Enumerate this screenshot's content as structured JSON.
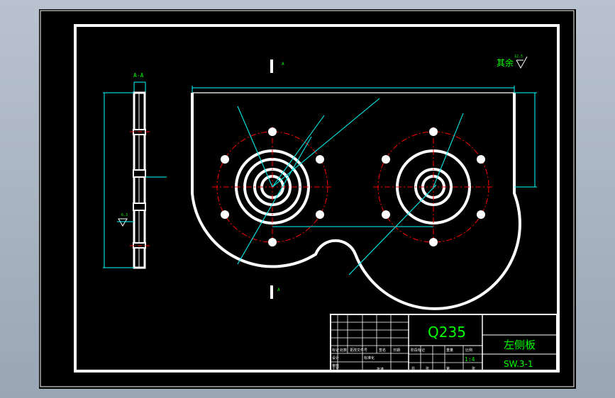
{
  "drawing": {
    "section_label": "A-A",
    "section_arrow_label_top": "A",
    "section_arrow_label_bottom": "A",
    "surface_note": "其余",
    "surface_roughness": "12.5",
    "side_roughness": "6.3",
    "colors": {
      "background": "#000000",
      "outline": "#ffffff",
      "dimension": "#00ffff",
      "center_line": "#ff0000",
      "text": "#00ff00"
    }
  },
  "title_block": {
    "material": "Q235",
    "part_name": "左侧板",
    "drawing_number": "SW.3-1",
    "scale": "1:4",
    "small_labels": [
      "标记",
      "处数",
      "更改文件号",
      "签名",
      "日期",
      "设计",
      "标准化",
      "审核",
      "工艺",
      "批准",
      "阶段标记",
      "重量",
      "比例",
      "共",
      "张",
      "第",
      "张"
    ]
  }
}
